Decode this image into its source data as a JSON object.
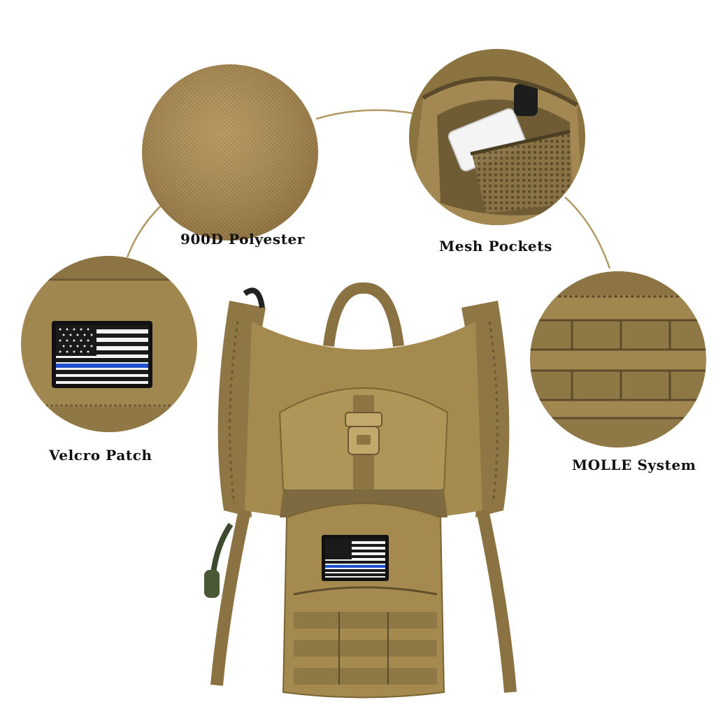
{
  "features": {
    "polyester": {
      "label": "900D Polyester"
    },
    "mesh": {
      "label": "Mesh Pockets"
    },
    "patch": {
      "label": "Velcro Patch"
    },
    "molle": {
      "label": "MOLLE System"
    }
  },
  "colors": {
    "fabric": "#a58a4f",
    "fabric_dark": "#7a6434",
    "fabric_light": "#c0a46a",
    "connector": "#b09a62",
    "flag_blue": "#1f4fd1",
    "flag_black": "#1a1a1a",
    "flag_white": "#f2f2f2"
  },
  "icons": {
    "flag_patch": "thin-blue-line-flag-icon",
    "buckle": "buckle-icon",
    "hydration_tube": "hydration-tube-icon"
  }
}
